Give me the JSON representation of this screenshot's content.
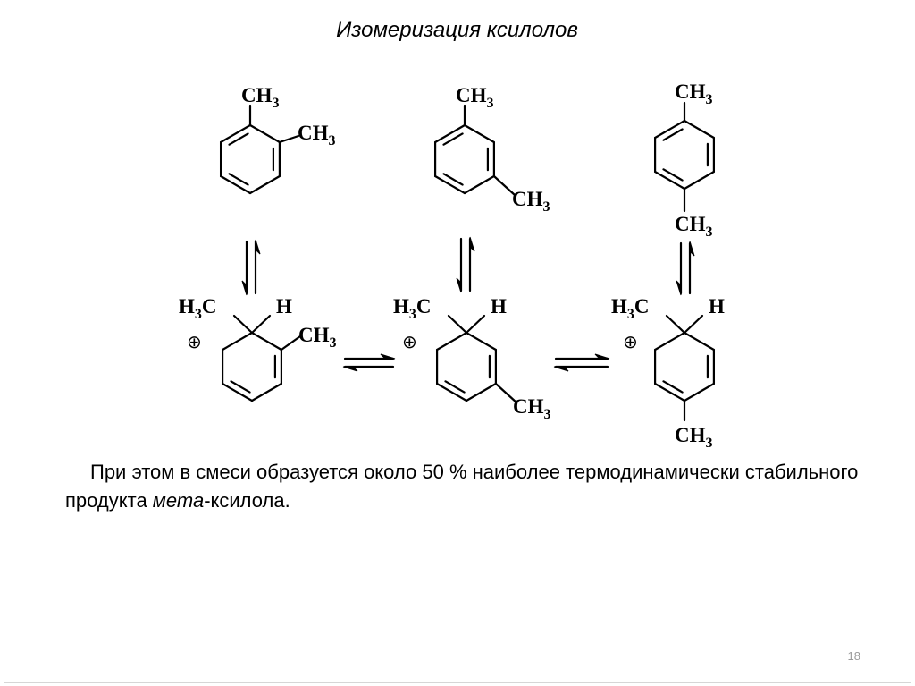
{
  "slide": {
    "title": "Изомеризация ксилолов",
    "paragraph": {
      "text_before": "При этом в смеси образуется около 50 % наиболее термодинамически стабильного продукта ",
      "text_italic": "мета",
      "text_after": "-ксилола."
    },
    "page_number": "18"
  },
  "labels": {
    "ch3_main": "CH",
    "h3c_main": "H",
    "h3c_tail": "C",
    "sub3": "3",
    "hydrogen": "H",
    "plus": "⊕"
  },
  "structures": [
    {
      "name": "o-xylene"
    },
    {
      "name": "m-xylene"
    },
    {
      "name": "p-xylene"
    },
    {
      "name": "ortho-arenium-ion"
    },
    {
      "name": "meta-arenium-ion"
    },
    {
      "name": "para-arenium-ion"
    }
  ]
}
